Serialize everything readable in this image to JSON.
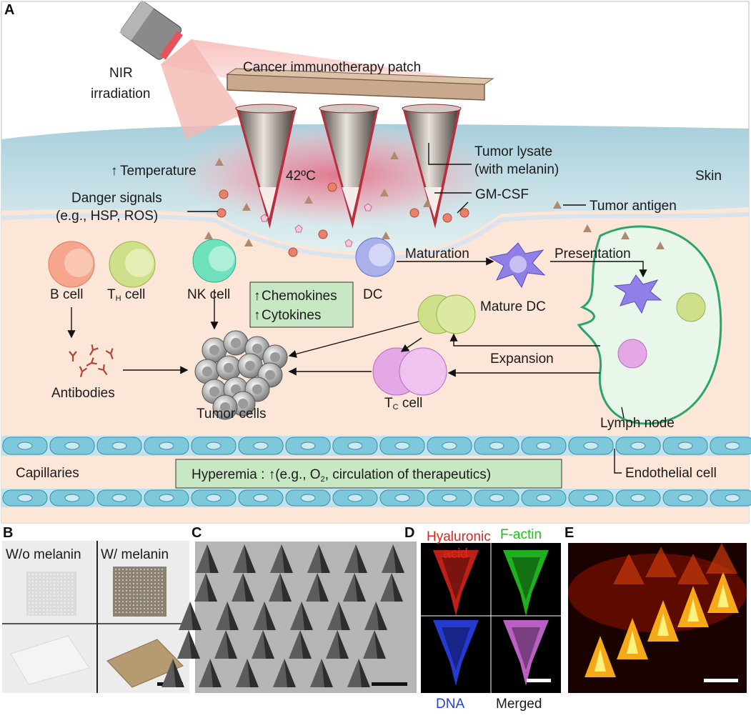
{
  "panels": {
    "a": "A",
    "b": "B",
    "c": "C",
    "d": "D",
    "e": "E"
  },
  "schematic": {
    "nir_line1": "NIR",
    "nir_line2": "irradiation",
    "patch": "Cancer immunotherapy  patch",
    "temperature": "Temperature",
    "temp_value": "42ºC",
    "tumor_lysate_1": "Tumor  lysate",
    "tumor_lysate_2": "(with melanin)",
    "skin": "Skin",
    "danger_1": "Danger signals",
    "danger_2": "(e.g., HSP, ROS)",
    "gmcsf": "GM-CSF",
    "tumor_antigen": "Tumor  antigen",
    "maturation": "Maturation",
    "presentation": "Presentation",
    "b_cell": "B cell",
    "th_cell_t": "T",
    "th_cell_sub": "H",
    "th_cell_rest": " cell",
    "nk_cell": "NK cell",
    "chemokines": "Chemokines",
    "cytokines": "Cytokines",
    "dc": "DC",
    "mature_dc": "Mature DC",
    "antibodies": "Antibodies",
    "tumor_cells": "Tumor  cells",
    "expansion": "Expansion",
    "tc_cell_t": "T",
    "tc_cell_sub": "C",
    "tc_cell_rest": "  cell",
    "lymph_node": "Lymph  node",
    "capillaries": "Capillaries",
    "hyperemia_a": "Hyperemia : ",
    "hyperemia_b": "(e.g., O",
    "hyperemia_sub": "2",
    "hyperemia_c": ", circulation of therapeutics)",
    "endothelial": "Endothelial  cell"
  },
  "photos": {
    "wo_melanin": "W/o melanin",
    "w_melanin": "W/  melanin",
    "hyaluronic_1": "Hyaluronic",
    "hyaluronic_2": "acid",
    "factin": "F-actin",
    "dna": "DNA",
    "merged": "Merged"
  },
  "colors": {
    "skin_top": "#b9dbe6",
    "tissue": "#fbe3d2",
    "heat": "#ef8fa0",
    "lymph_stroke": "#2aa66a",
    "box_fill": "#c8e8c4",
    "hyaluronic": "#e0251b",
    "factin": "#1fbf1f",
    "dna": "#2240e0"
  }
}
